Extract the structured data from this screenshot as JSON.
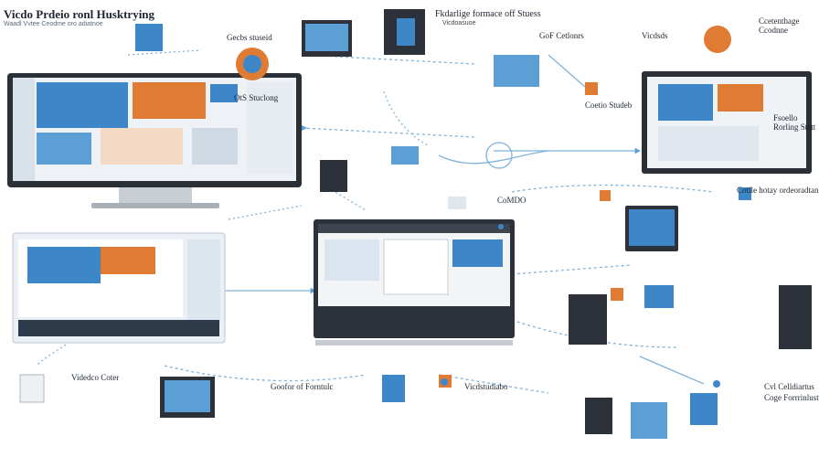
{
  "colors": {
    "blue": "#3d87c9",
    "orange": "#e07b33",
    "dark": "#2d323a",
    "line": "#7fb3dc"
  },
  "labels": {
    "main_title": "Vicdo Prdeio ronl Husktrying",
    "main_sub": "Waadl Vvtee Ceodme oro adiatnoe",
    "top_center_title": "Fkdarlige formace off Stuess",
    "top_center_sub": "Vicdoasuoe",
    "gs_stuseid": "Gecbs stuseid",
    "ots_stuclong": "OtS Stuclong",
    "gof_cetlonrs": "GoF Cetlonrs",
    "vicdsds": "Vicdsds",
    "ccetenthage": "Ccetenthage",
    "ccodnne": "Ccodnne",
    "coetio_studeb": "Coetio Studeb",
    "fsoello": "Fsoello",
    "rorling_statt": "Rorling Statt",
    "comdo": "CoMDO",
    "cotile_hotay": "Cotile hotay ordeoradtan",
    "videodo_coter": "Videdco Coter",
    "goofor_forntulc": "Goofor of Forntulc",
    "vicdstudiabo": "Vicdstudiabo",
    "cvl_celldiartus": "Cvl Celldiartus",
    "coge_forrrinlust": "Coge Forrrinlust"
  },
  "icons": [
    "monitor-icon",
    "server-tower-icon",
    "camera-rig-icon",
    "person-icon",
    "box-icon",
    "connector-node-icon"
  ]
}
